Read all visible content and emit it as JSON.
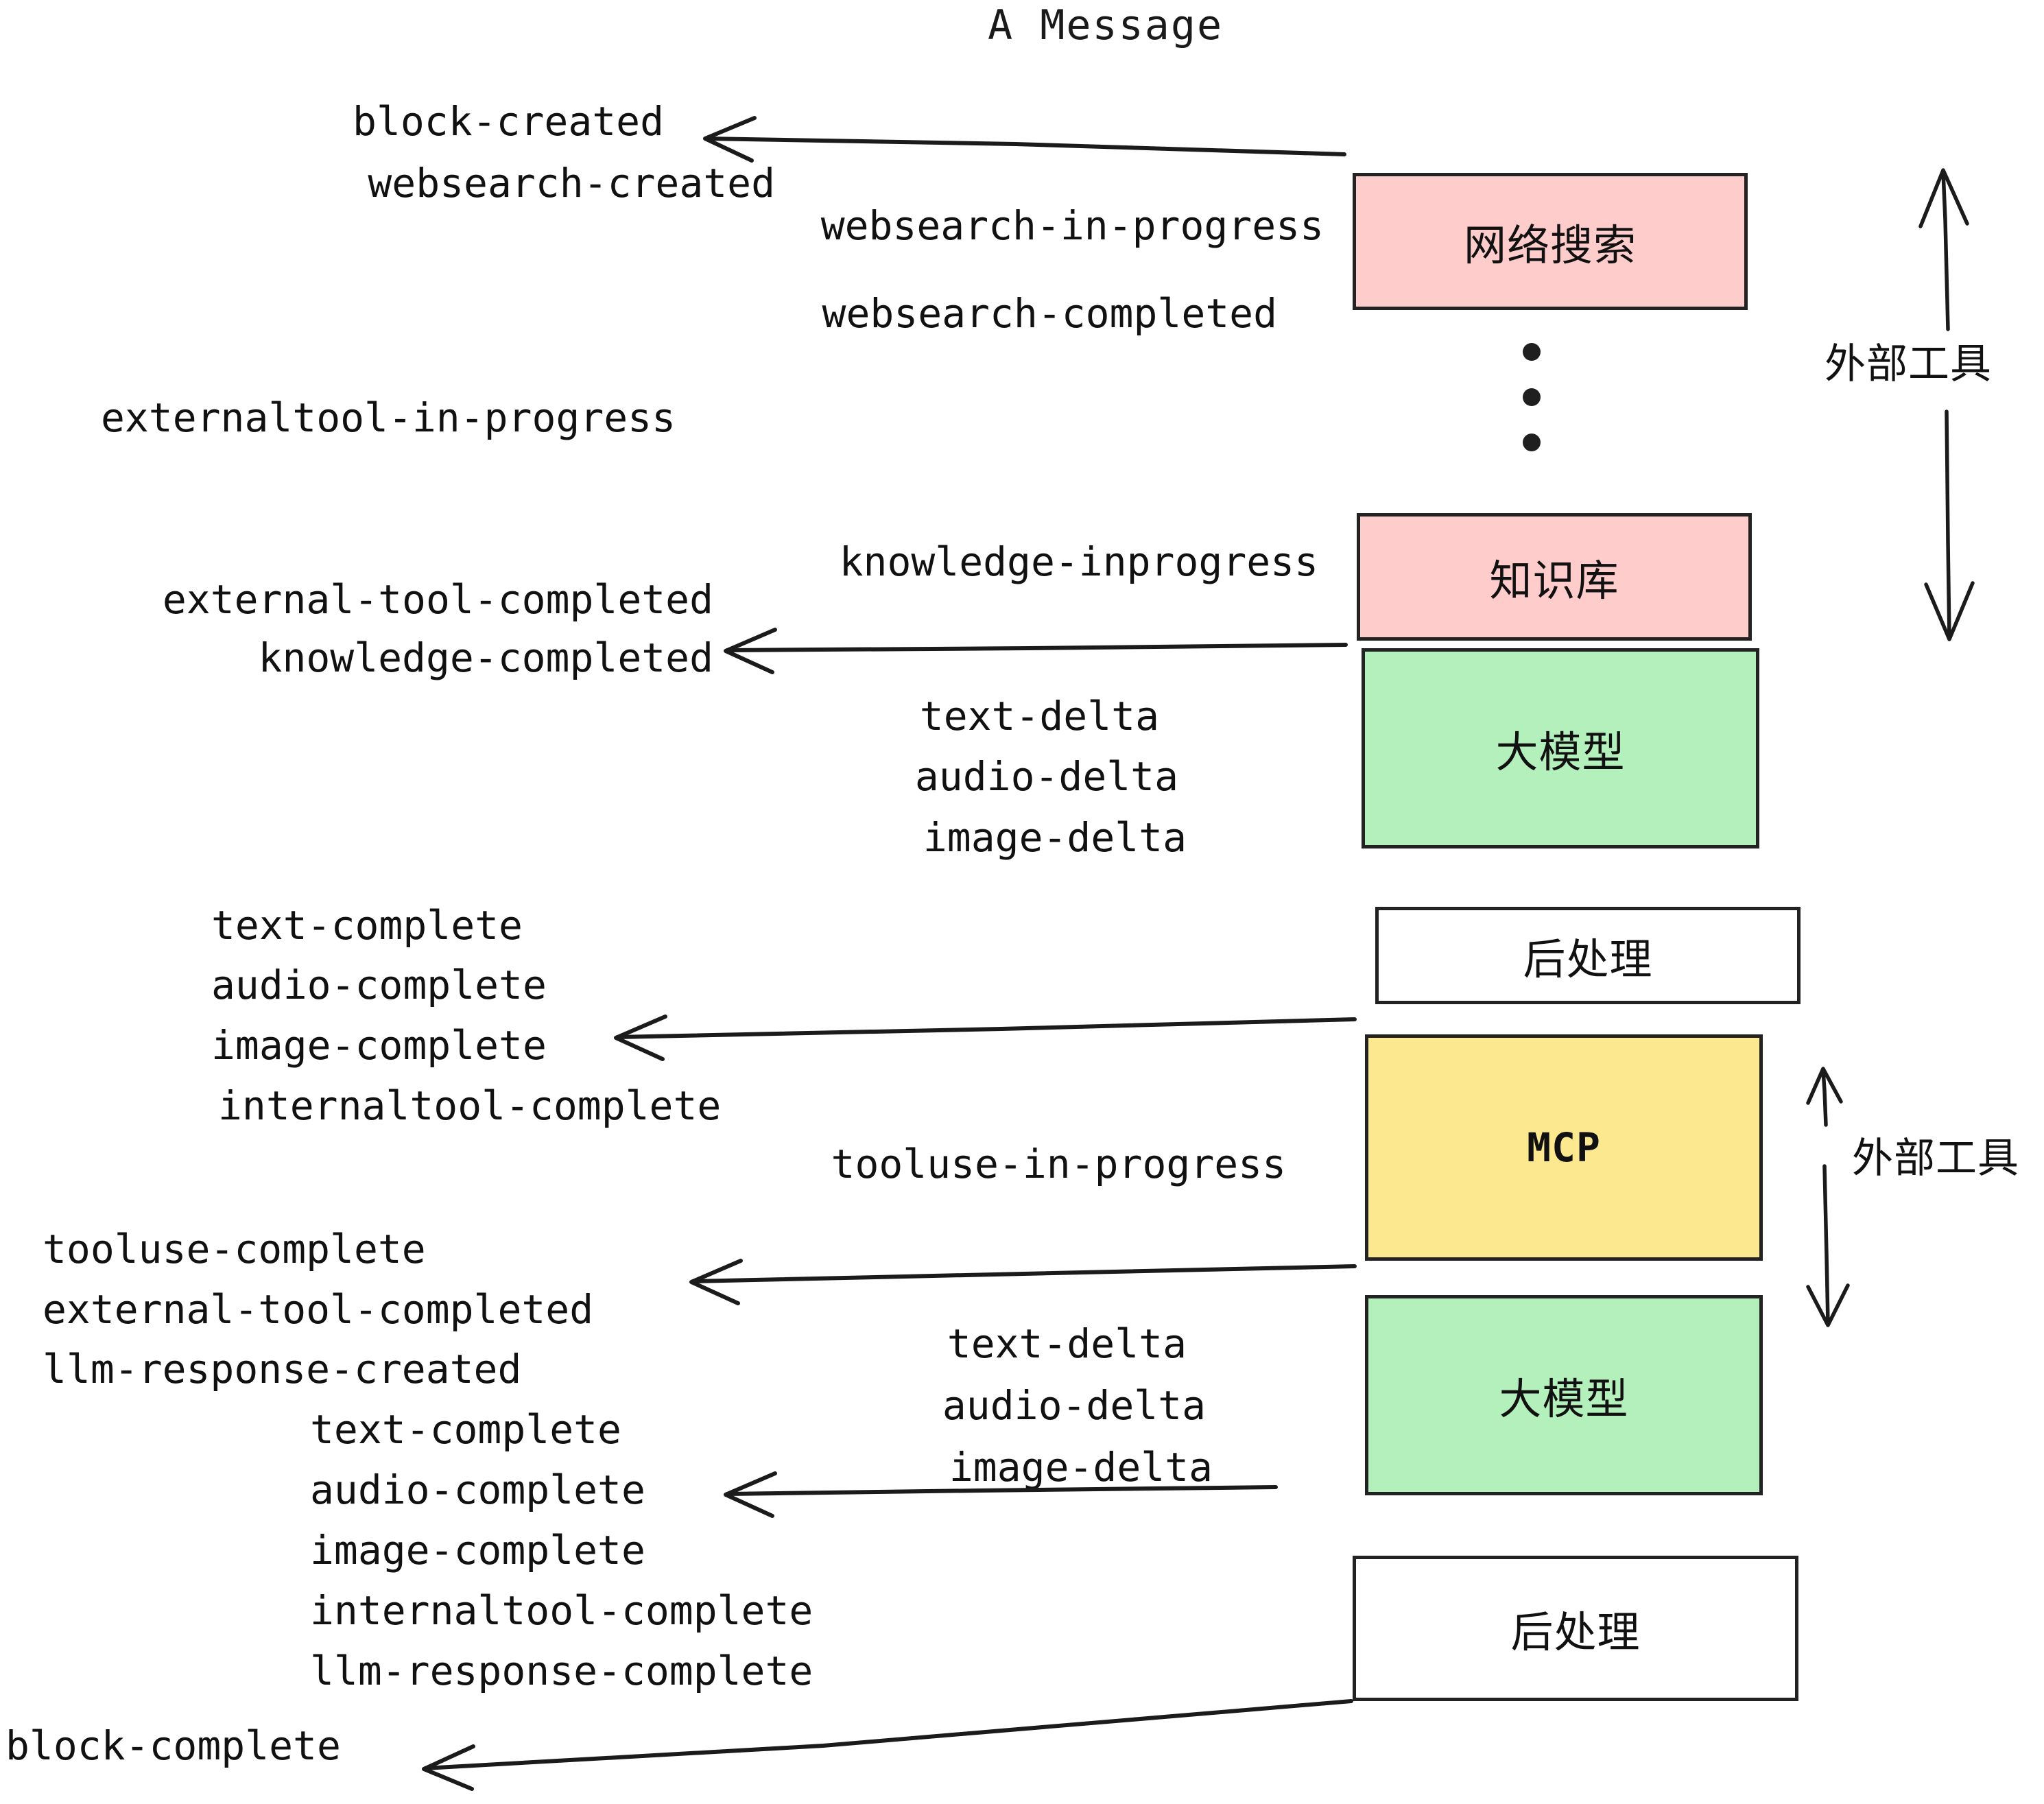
{
  "diagram": {
    "title": "A Message",
    "colors": {
      "external_tool_fill": "#FFCCCC",
      "llm_fill": "#B4F0BC",
      "mcp_fill": "#FBE88F",
      "postprocess_fill": "#FFFFFF",
      "stroke": "#222222",
      "background": "#FFFFFF",
      "text": "#111111"
    },
    "nodes": [
      {
        "id": "websearch",
        "label": "网络搜索",
        "fill": "#FFCCCC"
      },
      {
        "id": "knowledge",
        "label": "知识库",
        "fill": "#FFCCCC"
      },
      {
        "id": "llm-1",
        "label": "大模型",
        "fill": "#B4F0BC"
      },
      {
        "id": "postprocess-1",
        "label": "后处理",
        "fill": "#FFFFFF"
      },
      {
        "id": "mcp",
        "label": "MCP",
        "fill": "#FBE88F"
      },
      {
        "id": "llm-2",
        "label": "大模型",
        "fill": "#B4F0BC"
      },
      {
        "id": "postprocess-2",
        "label": "后处理",
        "fill": "#FFFFFF"
      }
    ],
    "group_labels": [
      {
        "id": "external-tools-top",
        "text": "外部工具"
      },
      {
        "id": "external-tools-bottom",
        "text": "外部工具"
      }
    ],
    "events": {
      "block_created": "block-created",
      "websearch_created": "websearch-created",
      "websearch_in_progress": "websearch-in-progress",
      "websearch_completed": "websearch-completed",
      "externaltool_in_progress": "externaltool-in-progress",
      "knowledge_inprogress": "knowledge-inprogress",
      "external_tool_completed_1": "external-tool-completed",
      "knowledge_completed": "knowledge-completed",
      "text_delta_1": "text-delta",
      "audio_delta_1": "audio-delta",
      "image_delta_1": "image-delta",
      "text_complete_1": "text-complete",
      "audio_complete_1": "audio-complete",
      "image_complete_1": "image-complete",
      "internaltool_complete_1": "internaltool-complete",
      "tooluse_in_progress": "tooluse-in-progress",
      "tooluse_complete": "tooluse-complete",
      "external_tool_completed_2": "external-tool-completed",
      "llm_response_created": "llm-response-created",
      "text_delta_2": "text-delta",
      "audio_delta_2": "audio-delta",
      "image_delta_2": "image-delta",
      "text_complete_2": "text-complete",
      "audio_complete_2": "audio-complete",
      "image_complete_2": "image-complete",
      "internaltool_complete_2": "internaltool-complete",
      "llm_response_complete": "llm-response-complete",
      "block_complete": "block-complete"
    }
  }
}
